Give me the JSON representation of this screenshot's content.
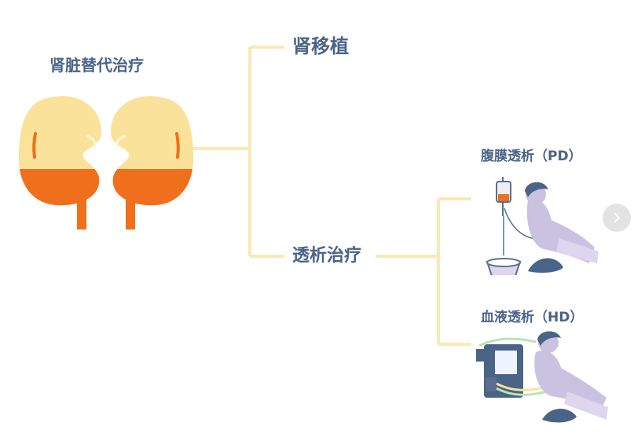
{
  "diagram": {
    "root": "肾脏替代治疗",
    "transplant": "肾移植",
    "dialysis": "透析治疗",
    "peritoneal": "腹膜透析（PD）",
    "hemodialysis": "血液透析（HD）"
  },
  "icons": {
    "kidneys": "kidneys-icon",
    "peritoneal_patient": "peritoneal-dialysis-patient-icon",
    "hemodialysis_patient": "hemodialysis-patient-icon",
    "next": "chevron-right-icon"
  },
  "colors": {
    "connector": "#fbe8b4",
    "label": "#4a6487",
    "kidney_upper": "#fbe29a",
    "kidney_lower": "#f06f1c",
    "patient": "#c9c2e0"
  }
}
